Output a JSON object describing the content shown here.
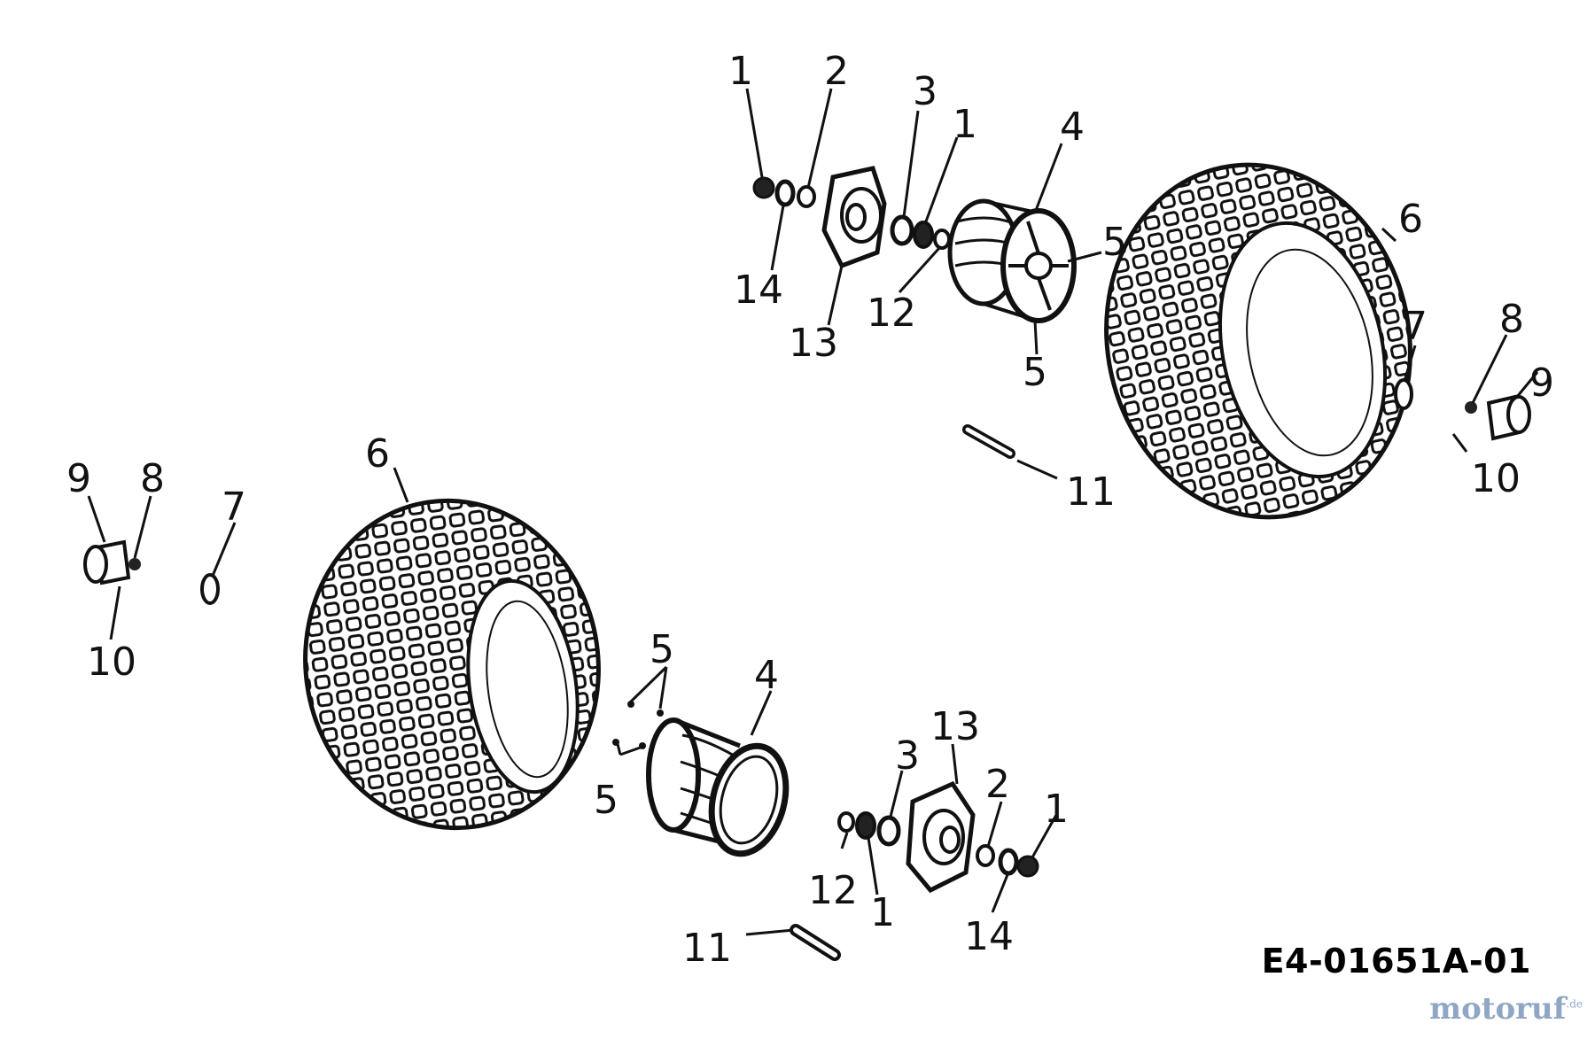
{
  "drawing_code": "E4-01651A-01",
  "watermark": {
    "text": "motoruf",
    "suffix": ".de"
  },
  "callouts": {
    "r1a": "1",
    "r2": "2",
    "r3": "3",
    "r1b": "1",
    "r4": "4",
    "r5a": "5",
    "r6": "6",
    "r14": "14",
    "r13": "13",
    "r12": "12",
    "r5b": "5",
    "r7": "7",
    "r8": "8",
    "r9": "9",
    "r10": "10",
    "r11": "11",
    "l9": "9",
    "l8": "8",
    "l7": "7",
    "l6": "6",
    "l10": "10",
    "l5a": "5",
    "l4": "4",
    "l13": "13",
    "l3": "3",
    "l2": "2",
    "l1a": "1",
    "l5b": "5",
    "l12": "12",
    "l1b": "1",
    "l14": "14",
    "l11": "11"
  }
}
